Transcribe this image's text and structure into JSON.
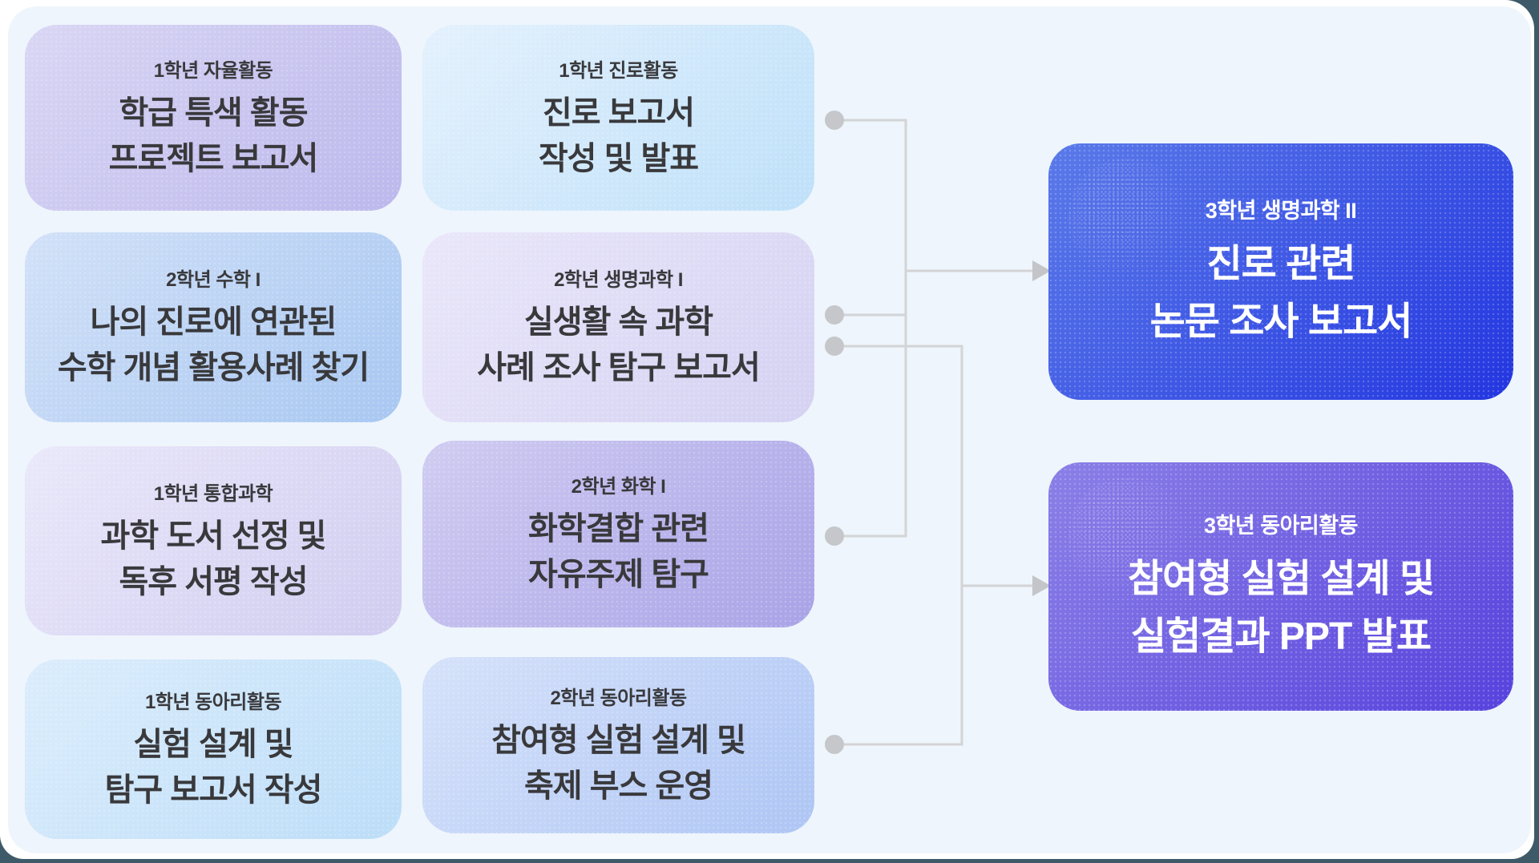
{
  "colors": {
    "page_background": "#eef5fc",
    "window_background": "#ffffff",
    "backdrop": "#3e5a68",
    "connector_line": "#d3d4d6",
    "connector_dot": "#c6c7ca",
    "arrowhead": "#c3c5c8",
    "text_dark": "#39393c",
    "text_light": "#ffffff"
  },
  "cards": {
    "left": [
      {
        "tag": "1학년 자율활동",
        "line1": "학급 특색 활동",
        "line2": "프로젝트 보고서",
        "g1": "#d9d6f4",
        "g2": "#bcb8ec"
      },
      {
        "tag": "2학년 수학 I",
        "line1": "나의 진로에 연관된",
        "line2": "수학 개념 활용사례 찾기",
        "g1": "#d2e1f8",
        "g2": "#a8c7f1"
      },
      {
        "tag": "1학년 통합과학",
        "line1": "과학 도서 선정 및",
        "line2": "독후 서평 작성",
        "g1": "#eae8fa",
        "g2": "#d0ccf0"
      },
      {
        "tag": "1학년 동아리활동",
        "line1": "실험 설계 및",
        "line2": "탐구 보고서 작성",
        "g1": "#dcedfc",
        "g2": "#bcddf8"
      }
    ],
    "middle": [
      {
        "tag": "1학년 진로활동",
        "line1": "진로 보고서",
        "line2": "작성 및 발표",
        "g1": "#e4f1fd",
        "g2": "#bee0f9"
      },
      {
        "tag": "2학년 생명과학 I",
        "line1": "실생활 속 과학",
        "line2": "사례 조사 탐구 보고서",
        "g1": "#eae7fa",
        "g2": "#d4d1f2"
      },
      {
        "tag": "2학년 화학 I",
        "line1": "화학결합 관련",
        "line2": "자유주제 탐구",
        "g1": "#d0ccf1",
        "g2": "#a9a3e7"
      },
      {
        "tag": "2학년 동아리활동",
        "line1": "참여형 실험 설계 및",
        "line2": "축제 부스 운영",
        "g1": "#d6e2fa",
        "g2": "#aec5f4"
      }
    ],
    "right": [
      {
        "tag": "3학년 생명과학 II",
        "line1": "진로 관련",
        "line2": "논문 조사 보고서",
        "g1": "#5b7ae9",
        "g2": "#2336e0"
      },
      {
        "tag": "3학년 동아리활동",
        "line1": "참여형 실험 설계 및",
        "line2": "실험결과 PPT 발표",
        "g1": "#8b80e7",
        "g2": "#5742dd"
      }
    ]
  }
}
